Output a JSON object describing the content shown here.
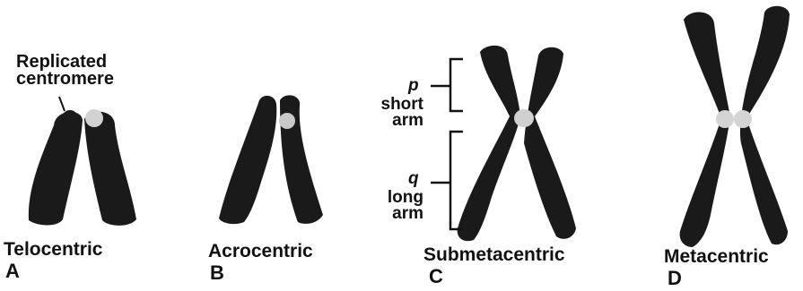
{
  "callout": {
    "line1": "Replicated",
    "line2": "centromere"
  },
  "arm_labels": {
    "p": "p",
    "short_line1": "short",
    "short_line2": "arm",
    "q": "q",
    "long_line1": "long",
    "long_line2": "arm"
  },
  "panels": [
    {
      "name": "Telocentric",
      "letter": "A"
    },
    {
      "name": "Acrocentric",
      "letter": "B"
    },
    {
      "name": "Submetacentric",
      "letter": "C"
    },
    {
      "name": "Metacentric",
      "letter": "D"
    }
  ],
  "colors": {
    "chromatid": "#1a1a1a",
    "centromere": "#cfcfcf",
    "ink": "#111111"
  }
}
